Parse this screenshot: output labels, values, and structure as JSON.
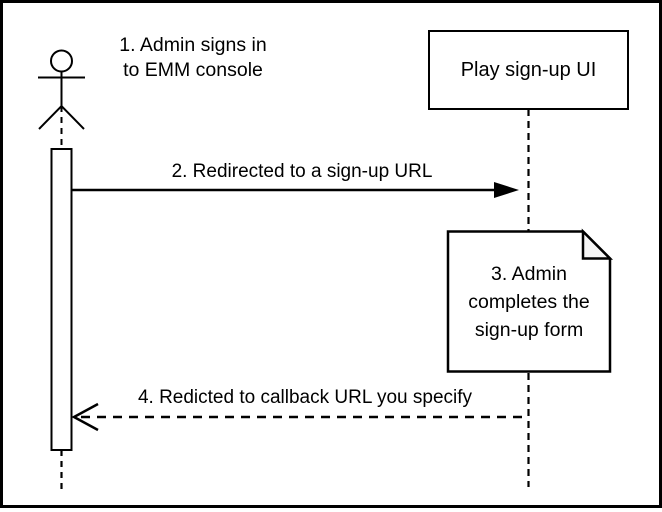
{
  "actor": {
    "label_line1": "1. Admin signs in",
    "label_line2": "to EMM console"
  },
  "participant": {
    "label": "Play sign-up UI"
  },
  "messages": [
    {
      "label": "2. Redirected to a sign-up URL",
      "style": "solid",
      "direction": "right"
    },
    {
      "label": "4. Redicted to callback URL you specify",
      "style": "dashed",
      "direction": "left"
    }
  ],
  "note": {
    "line1": "3. Admin",
    "line2": "completes the",
    "line3": "sign-up form"
  },
  "colors": {
    "stroke": "#000000",
    "background": "#ffffff",
    "note_fold_fill": "#f5f5f5"
  }
}
